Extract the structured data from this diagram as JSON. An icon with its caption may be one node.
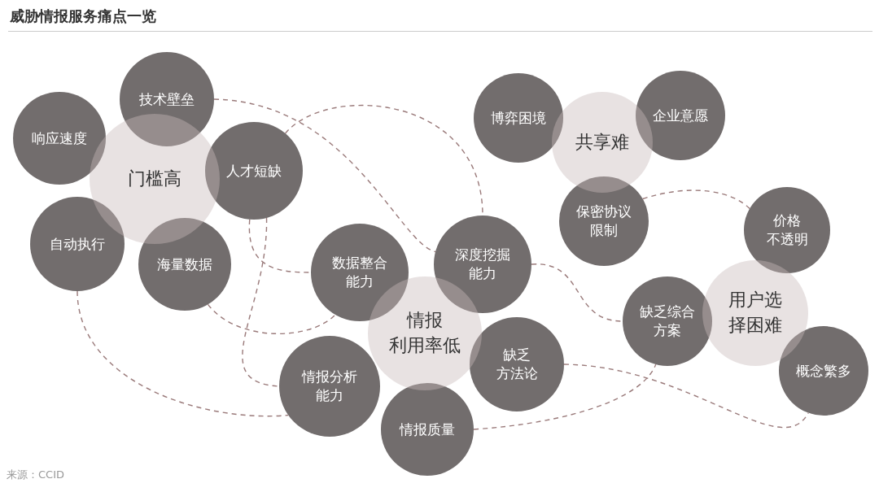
{
  "diagram": {
    "title": "威胁情报服务痛点一览",
    "nodes": [
      {
        "text": [
          "门槛高"
        ]
      },
      {
        "text": [
          "技术壁垒"
        ]
      },
      {
        "text": [
          "响应速度"
        ]
      },
      {
        "text": [
          "人才短缺"
        ]
      },
      {
        "text": [
          "自动执行"
        ]
      },
      {
        "text": [
          "海量数据"
        ]
      },
      {
        "text": [
          "共享难"
        ]
      },
      {
        "text": [
          "博弈困境"
        ]
      },
      {
        "text": [
          "企业意愿"
        ]
      },
      {
        "text": [
          "保密协议限制"
        ]
      },
      {
        "text": [
          "价格不透明"
        ]
      },
      {
        "text": [
          "情报利用率低"
        ]
      },
      {
        "text": [
          "数据整合能力"
        ]
      },
      {
        "text": [
          "深度挖掘能力"
        ]
      },
      {
        "text": [
          "缺乏方法论"
        ]
      },
      {
        "text": [
          "情报分析能力"
        ]
      },
      {
        "text": [
          "情报质量"
        ]
      },
      {
        "text": [
          "用户选择困难"
        ]
      },
      {
        "text": [
          "缺乏综合方案"
        ]
      },
      {
        "text": [
          "概念繁多"
        ]
      }
    ],
    "edges": [
      {
        "from": 1,
        "to": 13,
        "arrow": "none",
        "style": "dashed"
      },
      {
        "from": 3,
        "to": 13,
        "arrow": "none",
        "style": "dashed"
      },
      {
        "from": 3,
        "to": 12,
        "arrow": "none",
        "style": "dashed"
      },
      {
        "from": 3,
        "to": 15,
        "arrow": "none",
        "style": "dashed"
      },
      {
        "from": 5,
        "to": 12,
        "arrow": "none",
        "style": "dashed"
      },
      {
        "from": 4,
        "to": 15,
        "arrow": "none",
        "style": "dashed"
      },
      {
        "from": 13,
        "to": 18,
        "arrow": "none",
        "style": "dashed"
      },
      {
        "from": 9,
        "to": 10,
        "arrow": "none",
        "style": "dashed"
      },
      {
        "from": 14,
        "to": 19,
        "arrow": "none",
        "style": "dashed"
      },
      {
        "from": 16,
        "to": 18,
        "arrow": "none",
        "style": "dashed"
      }
    ],
    "labels": [
      "来源：CCID"
    ]
  }
}
